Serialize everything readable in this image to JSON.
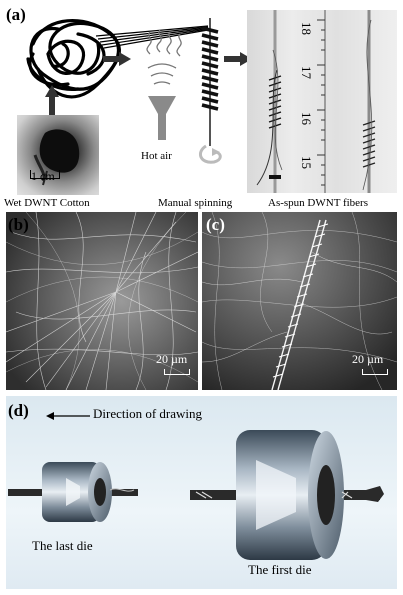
{
  "panel_a": {
    "label": "(a)",
    "scale_text": "1 cm",
    "hot_air_label": "Hot air",
    "caption_wet": "Wet DWNT Cotton",
    "caption_spin": "Manual spinning",
    "caption_fibers": "As-spun DWNT fibers",
    "ruler_numbers": [
      "18",
      "17",
      "16",
      "15"
    ]
  },
  "panel_b": {
    "label": "(b)",
    "scale_text": "20 µm"
  },
  "panel_c": {
    "label": "(c)",
    "scale_text": "20 µm"
  },
  "panel_d": {
    "label": "(d)",
    "direction_text": "Direction of drawing",
    "last_die_label": "The last die",
    "first_die_label": "The first die"
  }
}
